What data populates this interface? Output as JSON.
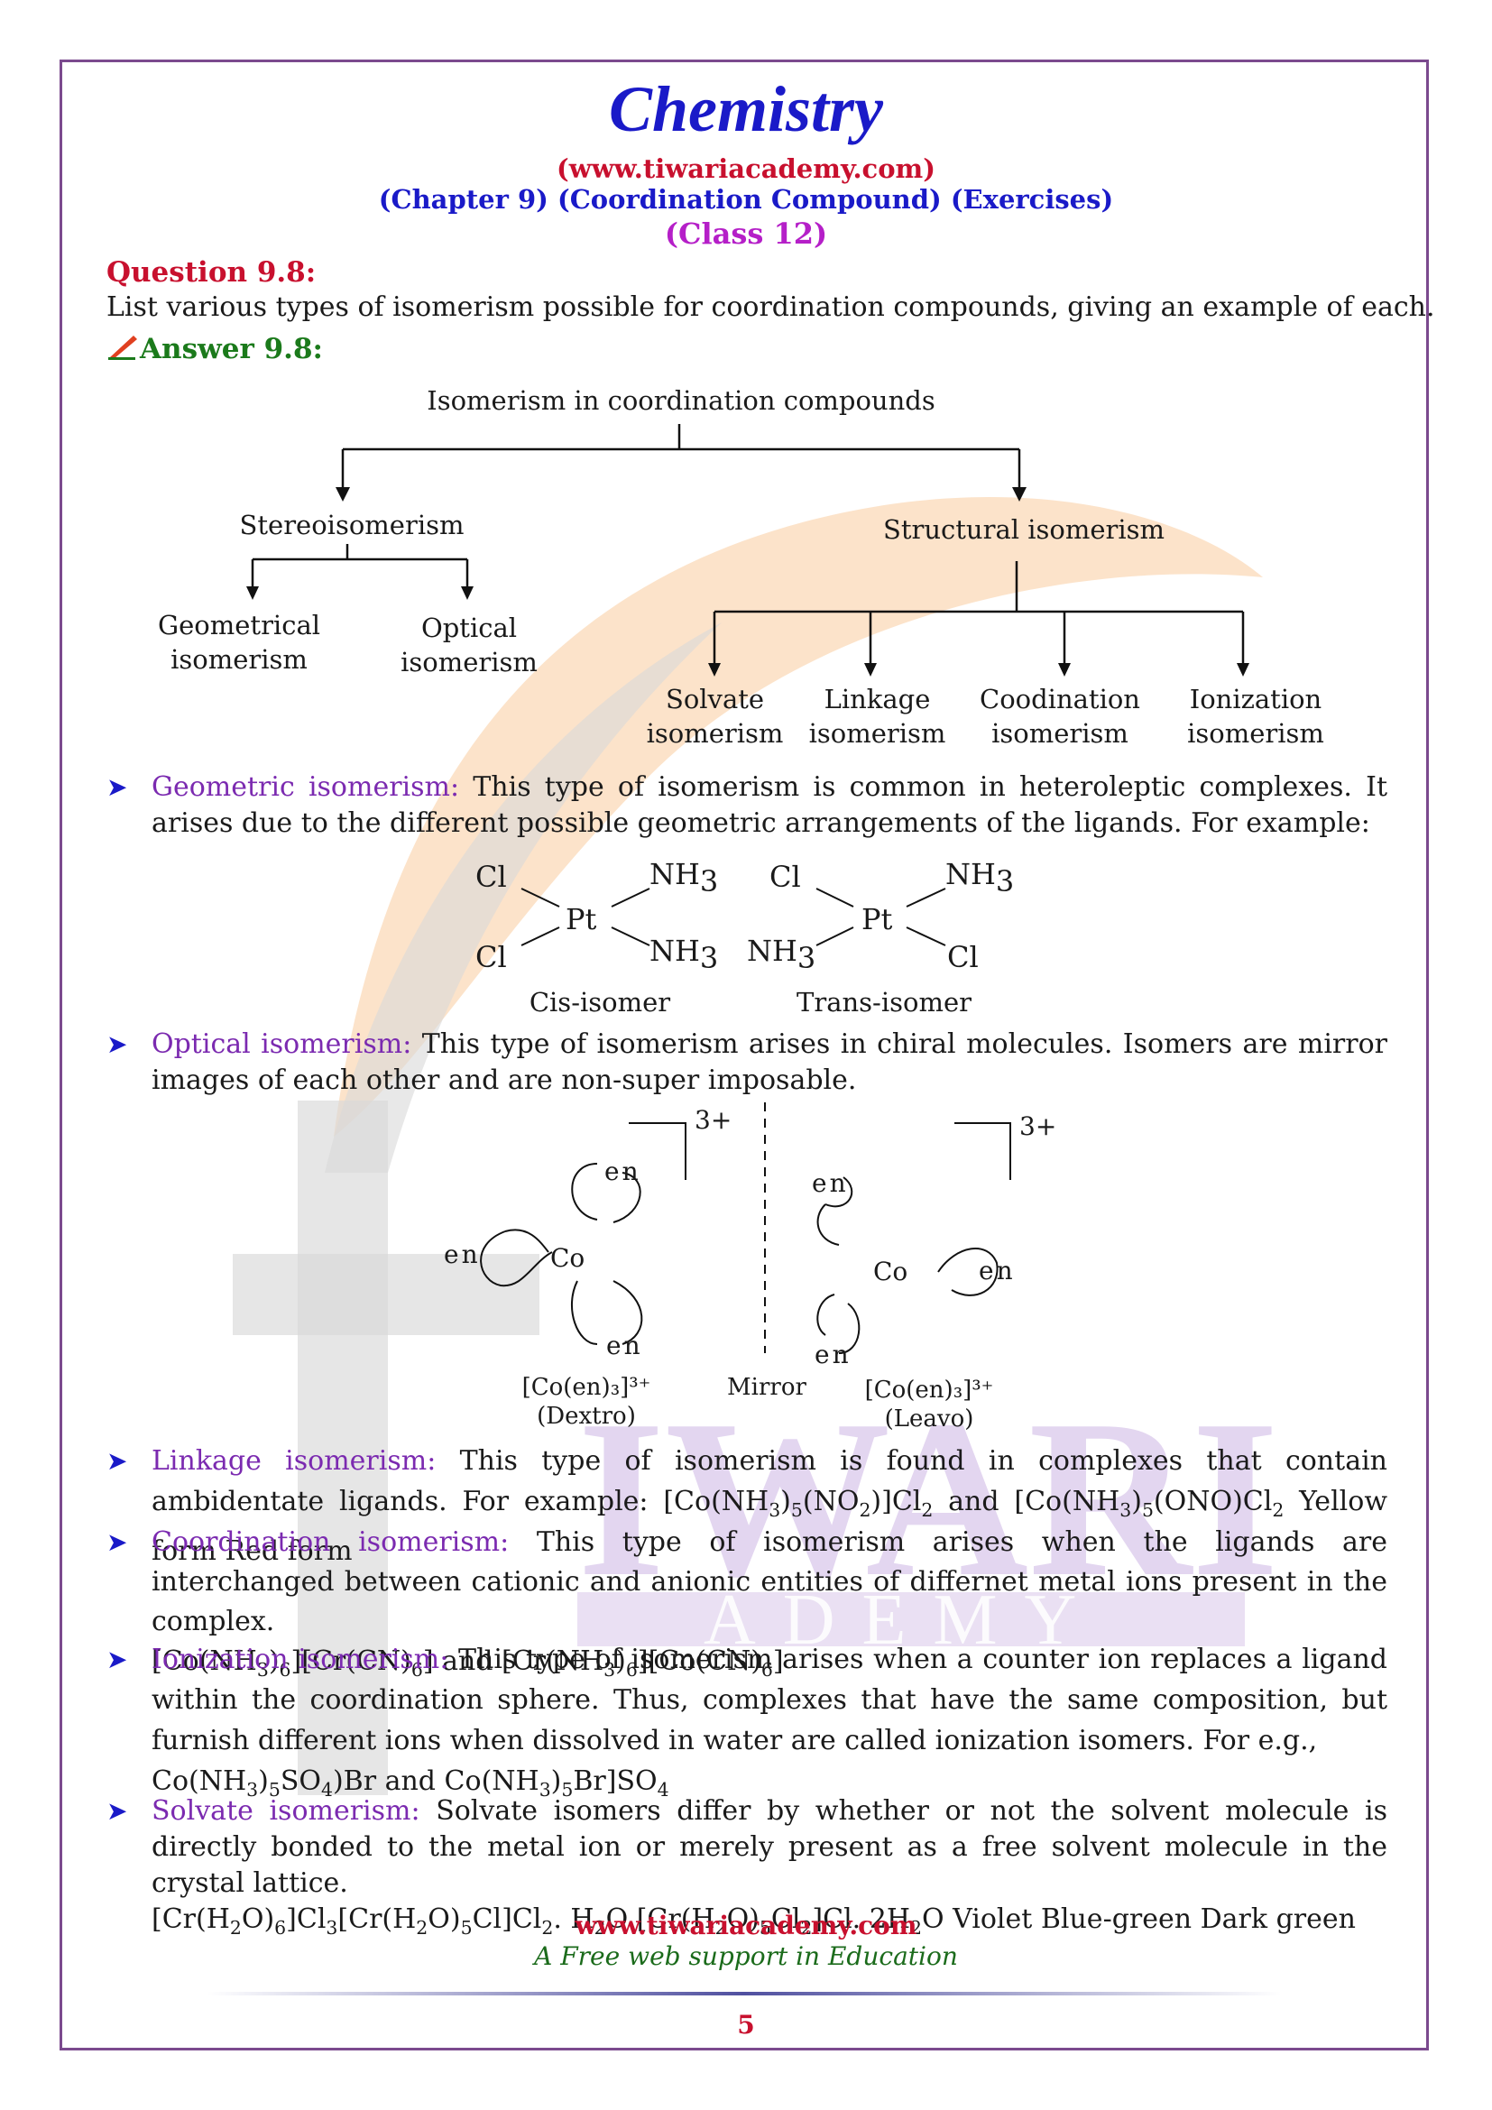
{
  "header": {
    "title": "Chemistry",
    "website": "(www.tiwariacademy.com)",
    "chapter": "(Chapter 9) (Coordination Compound) (Exercises)",
    "class": "(Class 12)"
  },
  "question": {
    "heading": "Question 9.8:",
    "text": "List various types of isomerism possible for coordination compounds, giving an example of each."
  },
  "answer": {
    "heading": "Answer 9.8:"
  },
  "diagram": {
    "root": "Isomerism in coordination compounds",
    "stereo": "Stereoisomerism",
    "structural": "Structural isomerism",
    "geometrical": [
      "Geometrical",
      "isomerism"
    ],
    "optical": [
      "Optical",
      "isomerism"
    ],
    "solvate": [
      "Solvate",
      "isomerism"
    ],
    "linkage": [
      "Linkage",
      "isomerism"
    ],
    "coordination": [
      "Coodination",
      "isomerism"
    ],
    "ionization": [
      "Ionization",
      "isomerism"
    ]
  },
  "bullets": {
    "geometric": {
      "term": "Geometric isomerism:",
      "text": " This type of isomerism is common in heteroleptic complexes. It arises due to the different possible geometric arrangements of the ligands. For example:"
    },
    "optical": {
      "term": "Optical isomerism:",
      "text": " This type of isomerism arises in chiral molecules. Isomers are mirror images of each other and are non-super imposable."
    },
    "linkage": {
      "term": "Linkage isomerism:",
      "text": " This type of isomerism is found in complexes that contain ambidentate ligands. For example: ",
      "f1": [
        "[Co(NH",
        "3",
        ")",
        "5",
        "(NO",
        "2",
        ")]Cl",
        "2"
      ],
      "and": " and ",
      "f2": [
        "[Co(NH",
        "3",
        ")",
        "5",
        "(ONO)Cl",
        "2"
      ],
      "tail": " Yellow form Red form"
    },
    "coordination": {
      "term": "Coordination isomerism:",
      "text": " This type of isomerism arises when the ligands are interchanged between cationic and anionic entities of differnet metal ions present in the complex.",
      "f1": [
        "[Co(NH",
        "3",
        ")",
        "6",
        "][Cr(CN)",
        "6",
        "]"
      ],
      "and": " and ",
      "f2": [
        "[Cr(NH",
        "3",
        ")",
        "6",
        "][Co(CN)",
        "6",
        "]"
      ]
    },
    "ionization": {
      "term": "Ionization isomerism:",
      "text": " This type of isomerism arises when a counter ion replaces a ligand within the coordination sphere.  Thus, complexes that have the same composition, but furnish different ions when dissolved in water are called ionization isomers. For e.g.,",
      "f1": [
        "Co(NH",
        "3",
        ")",
        "5",
        "SO",
        "4",
        ")Br"
      ],
      "and": " and ",
      "f2": [
        "Co(NH",
        "3",
        ")",
        "5",
        "Br]SO",
        "4"
      ]
    },
    "solvate": {
      "term": "Solvate isomerism:",
      "text": " Solvate isomers differ by whether or not the solvent molecule is directly bonded to the metal ion or merely present as a free solvent molecule in the crystal lattice.",
      "formula_tail": " Violet Blue-green Dark green"
    }
  },
  "geo_structures": {
    "cl": "Cl",
    "nh3": "NH",
    "three": "3",
    "pt": "Pt",
    "cis_caption": "Cis-isomer",
    "trans_caption": "Trans-isomer"
  },
  "optical_structures": {
    "charge": "3+",
    "en": "en",
    "co": "Co",
    "dextro_formula": "[Co(en)₃]³⁺",
    "dextro_caption": "(Dextro)",
    "mirror": "Mirror",
    "leavo_formula": "[Co(en)₃]³⁺",
    "leavo_caption": "(Leavo)"
  },
  "footer": {
    "website": "www.tiwariacademy.com",
    "tagline": "A Free web support in Education",
    "page": "5"
  },
  "watermark": {
    "text1": "IWARI",
    "text2": "ADEMY"
  }
}
